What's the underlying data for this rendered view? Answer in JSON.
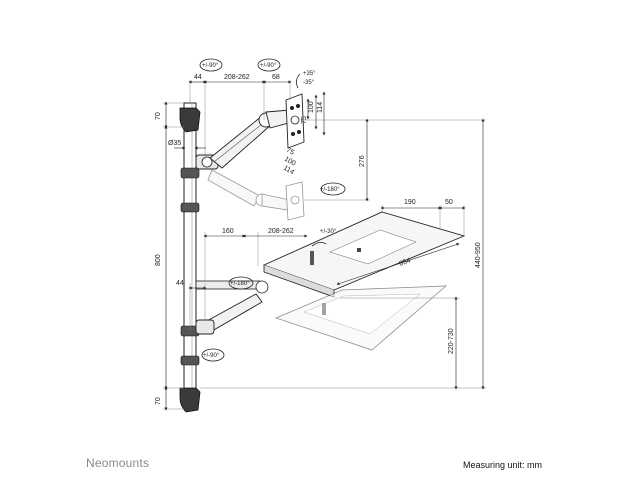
{
  "dimensions": {
    "top_44": "44",
    "top_208_262": "208-262",
    "top_68": "68",
    "rot_top_left": "+/-90°",
    "rot_top_right": "+/-90°",
    "tilt_up": "+35°",
    "tilt_down": "-35°",
    "vesa_100_v": "100",
    "vesa_114_v": "114",
    "vesa_75_v": "75",
    "vesa_75_h": "75",
    "vesa_100_h": "100",
    "vesa_114_h": "114",
    "left_70_top": "70",
    "diameter": "Ø35",
    "height_800": "800",
    "left_70_bottom": "70",
    "monitor_276": "276",
    "rot_180_monitor": "+/-180°",
    "kb_190": "190",
    "kb_50": "50",
    "kb_160": "160",
    "kb_208_262": "208-262",
    "kb_tilt": "+/-30°",
    "kb_654": "654",
    "kb_44": "44",
    "kb_rot_180": "+/-180°",
    "kb_rot_90": "+/-90°",
    "kb_height": "220-730",
    "total_height": "440-950"
  },
  "footer": {
    "brand": "Neomounts",
    "measuring_unit": "Measuring unit: mm"
  }
}
